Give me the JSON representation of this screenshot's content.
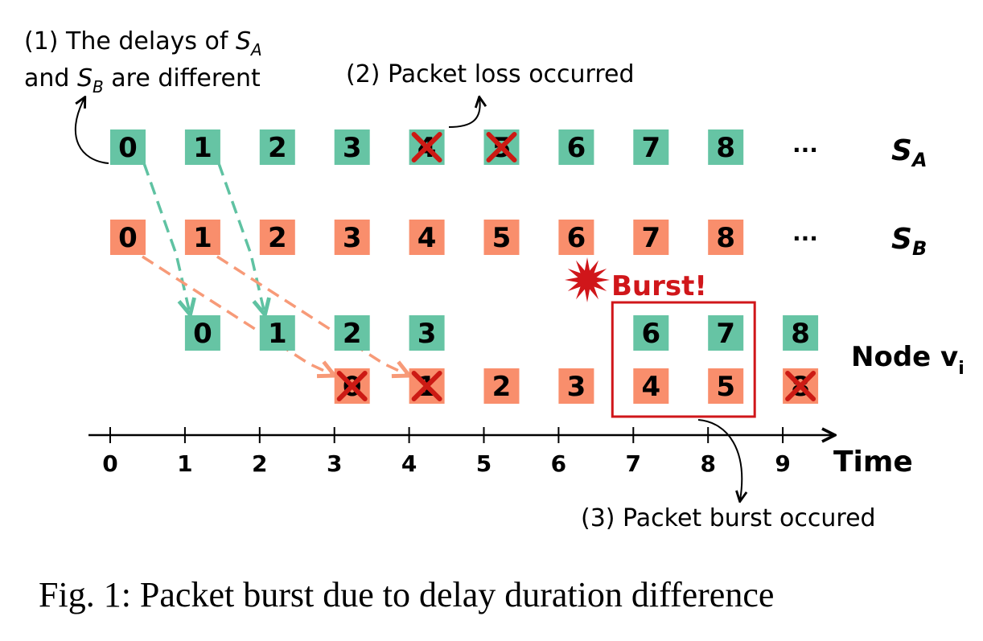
{
  "colors": {
    "stream_a": "#66c4a4",
    "stream_b": "#f98e6c",
    "loss_x": "#cc1a14",
    "burst": "#d0161a",
    "arrow_a": "#5fc2a2",
    "arrow_b": "#f79a78"
  },
  "annotations": {
    "delays_line1": "(1) The delays of ",
    "delays_line1_var": "S",
    "delays_line1_sub": "A",
    "delays_line2_pre": "and ",
    "delays_line2_var": "S",
    "delays_line2_sub": "B",
    "delays_line2_post": " are different",
    "loss": "(2) Packet loss occurred",
    "burst_label": "Burst!",
    "burst_note": "(3) Packet burst occured"
  },
  "row_labels": {
    "sa_var": "S",
    "sa_sub": "A",
    "sb_var": "S",
    "sb_sub": "B",
    "node_main": "Node v",
    "node_sub": "i"
  },
  "ellipsis": "···",
  "axis": {
    "ticks": [
      "0",
      "1",
      "2",
      "3",
      "4",
      "5",
      "6",
      "7",
      "8",
      "9"
    ],
    "label": "Time"
  },
  "streams": {
    "sa": [
      {
        "label": "0",
        "t": 0,
        "lost": false
      },
      {
        "label": "1",
        "t": 1,
        "lost": false
      },
      {
        "label": "2",
        "t": 2,
        "lost": false
      },
      {
        "label": "3",
        "t": 3,
        "lost": false
      },
      {
        "label": "4",
        "t": 4,
        "lost": true
      },
      {
        "label": "5",
        "t": 5,
        "lost": true
      },
      {
        "label": "6",
        "t": 6,
        "lost": false
      },
      {
        "label": "7",
        "t": 7,
        "lost": false
      },
      {
        "label": "8",
        "t": 8,
        "lost": false
      }
    ],
    "sb": [
      {
        "label": "0",
        "t": 0,
        "lost": false
      },
      {
        "label": "1",
        "t": 1,
        "lost": false
      },
      {
        "label": "2",
        "t": 2,
        "lost": false
      },
      {
        "label": "3",
        "t": 3,
        "lost": false
      },
      {
        "label": "4",
        "t": 4,
        "lost": false
      },
      {
        "label": "5",
        "t": 5,
        "lost": false
      },
      {
        "label": "6",
        "t": 6,
        "lost": false
      },
      {
        "label": "7",
        "t": 7,
        "lost": false
      },
      {
        "label": "8",
        "t": 8,
        "lost": false
      }
    ]
  },
  "node_arrivals": {
    "a": [
      {
        "label": "0",
        "t": 1,
        "lost": false
      },
      {
        "label": "1",
        "t": 2,
        "lost": false
      },
      {
        "label": "2",
        "t": 3,
        "lost": false
      },
      {
        "label": "3",
        "t": 4,
        "lost": false
      },
      {
        "label": "6",
        "t": 7,
        "lost": false
      },
      {
        "label": "7",
        "t": 8,
        "lost": false
      },
      {
        "label": "8",
        "t": 9,
        "lost": false
      }
    ],
    "b": [
      {
        "label": "0",
        "t": 3,
        "lost": true
      },
      {
        "label": "1",
        "t": 4,
        "lost": true
      },
      {
        "label": "2",
        "t": 5,
        "lost": false
      },
      {
        "label": "3",
        "t": 6,
        "lost": false
      },
      {
        "label": "4",
        "t": 7,
        "lost": false
      },
      {
        "label": "5",
        "t": 8,
        "lost": false
      },
      {
        "label": "8",
        "t": 9,
        "lost": true
      }
    ]
  },
  "delay_arrows": [
    {
      "stream": "a",
      "from_t": 0,
      "to_t": 1
    },
    {
      "stream": "a",
      "from_t": 1,
      "to_t": 2
    },
    {
      "stream": "b",
      "from_t": 0,
      "to_t": 3
    },
    {
      "stream": "b",
      "from_t": 1,
      "to_t": 4
    }
  ],
  "burst_window": [
    7,
    8
  ],
  "caption": "Fig. 1: Packet burst due to delay duration difference"
}
